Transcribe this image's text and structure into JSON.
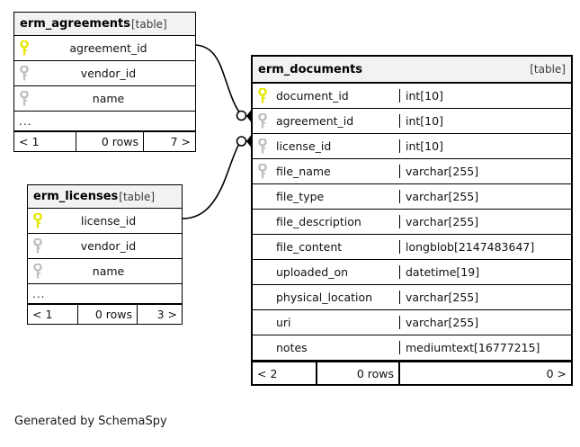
{
  "diagram": {
    "kind_label": "[table]",
    "credit": "Generated by SchemaSpy",
    "colors": {
      "primary_key": "#e6e600",
      "foreign_key": "#bfbfbf",
      "header_fill": "#f2f2f2",
      "border": "#000000",
      "background": "#ffffff"
    }
  },
  "tables": {
    "agreements": {
      "name": "erm_agreements",
      "kind": "[table]",
      "columns": [
        {
          "key": "primary",
          "name": "agreement_id"
        },
        {
          "key": "foreign",
          "name": "vendor_id"
        },
        {
          "key": "foreign",
          "name": "name"
        }
      ],
      "more_indicator": "...",
      "footer": {
        "left": "< 1",
        "middle": "0 rows",
        "right": "7 >"
      }
    },
    "licenses": {
      "name": "erm_licenses",
      "kind": "[table]",
      "columns": [
        {
          "key": "primary",
          "name": "license_id"
        },
        {
          "key": "foreign",
          "name": "vendor_id"
        },
        {
          "key": "foreign",
          "name": "name"
        }
      ],
      "more_indicator": "...",
      "footer": {
        "left": "< 1",
        "middle": "0 rows",
        "right": "3 >"
      }
    },
    "documents": {
      "name": "erm_documents",
      "kind": "[table]",
      "columns": [
        {
          "key": "primary",
          "name": "document_id",
          "type": "int[10]"
        },
        {
          "key": "foreign",
          "name": "agreement_id",
          "type": "int[10]"
        },
        {
          "key": "foreign",
          "name": "license_id",
          "type": "int[10]"
        },
        {
          "key": "foreign",
          "name": "file_name",
          "type": "varchar[255]"
        },
        {
          "key": "none",
          "name": "file_type",
          "type": "varchar[255]"
        },
        {
          "key": "none",
          "name": "file_description",
          "type": "varchar[255]"
        },
        {
          "key": "none",
          "name": "file_content",
          "type": "longblob[2147483647]"
        },
        {
          "key": "none",
          "name": "uploaded_on",
          "type": "datetime[19]"
        },
        {
          "key": "none",
          "name": "physical_location",
          "type": "varchar[255]"
        },
        {
          "key": "none",
          "name": "uri",
          "type": "varchar[255]"
        },
        {
          "key": "none",
          "name": "notes",
          "type": "mediumtext[16777215]"
        }
      ],
      "footer": {
        "left": "< 2",
        "middle": "0 rows",
        "right": "0 >"
      }
    }
  },
  "relationships": [
    {
      "from_table": "erm_agreements",
      "from_column": "agreement_id",
      "to_table": "erm_documents",
      "to_column": "agreement_id",
      "cardinality": "zero-or-many"
    },
    {
      "from_table": "erm_licenses",
      "from_column": "license_id",
      "to_table": "erm_documents",
      "to_column": "license_id",
      "cardinality": "zero-or-many"
    }
  ]
}
